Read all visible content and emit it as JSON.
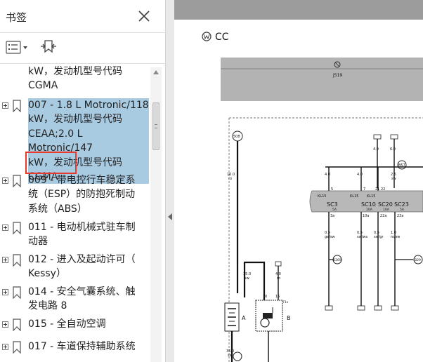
{
  "panel": {
    "title": "书签",
    "close_icon": "close-icon",
    "options_icon": "bookmark-options-icon",
    "expand_icon": "expand-bookmark-icon"
  },
  "bookmarks": [
    {
      "text": "kW，发动机型号代码\nCGMA",
      "selected": false,
      "has_plus": false
    },
    {
      "text": "007 - 1.8 L Motronic/118\nkW，发动机型号代码\nCEAA;2.0 L Motronic/147\nkW，发动机型号代码\nCGMA",
      "selected": true,
      "has_plus": true
    },
    {
      "text": "009 - 带电控行车稳定系\n统（ESP）的防抱死制动\n系统（ABS）",
      "selected": false,
      "has_plus": true
    },
    {
      "text": "011 - 电动机械式驻车制\n动器",
      "selected": false,
      "has_plus": true
    },
    {
      "text": "012 - 进入及起动许可（\nKessy）",
      "selected": false,
      "has_plus": true
    },
    {
      "text": "014 - 安全气囊系统、触\n发电路 8",
      "selected": false,
      "has_plus": true
    },
    {
      "text": "015 - 全自动空调",
      "selected": false,
      "has_plus": true
    },
    {
      "text": "017 - 车道保持辅助系统",
      "selected": false,
      "has_plus": true
    }
  ],
  "document": {
    "brand_text": "CC",
    "component_j": "J519",
    "labels": {
      "n508": "508",
      "n87": "B57",
      "n269": "B269",
      "n29": "B29",
      "wire16": "16.0",
      "wire16c": "ro",
      "wire35": "35.0",
      "wire35c": "sw",
      "wire4a": "4.0",
      "wire4ac": "ro",
      "wire6": "6.0",
      "wire25": "2.5",
      "sw": "sw",
      "kl15": "KL15",
      "kl15b": "KL15",
      "kl15c": "KL15",
      "sc3": "SC3",
      "sc10": "SC10",
      "sc20": "SC20",
      "sc23": "SC23",
      "amp5": "5A",
      "amp10": "10A",
      "amp10b": "10A",
      "amp5b": "5A",
      "p3a": "3a",
      "p10a": "10a",
      "p22a": "22a",
      "p23a": "23a",
      "p5": "5",
      "p7": "7",
      "p21": "21",
      "p22": "22",
      "w05": "0.5",
      "w05c": "ge/sw",
      "w05b": "0.5",
      "w05bc": "sw/ws",
      "w05d": "0.5",
      "w05dc": "sw/gr",
      "w10": "1.0",
      "w10c": "ro/sw",
      "t30": "30",
      "t15": "15",
      "t71": "71v",
      "comp_a": "A",
      "comp_b": "B",
      "w35b": "35.0",
      "w35bc": "sw"
    }
  }
}
